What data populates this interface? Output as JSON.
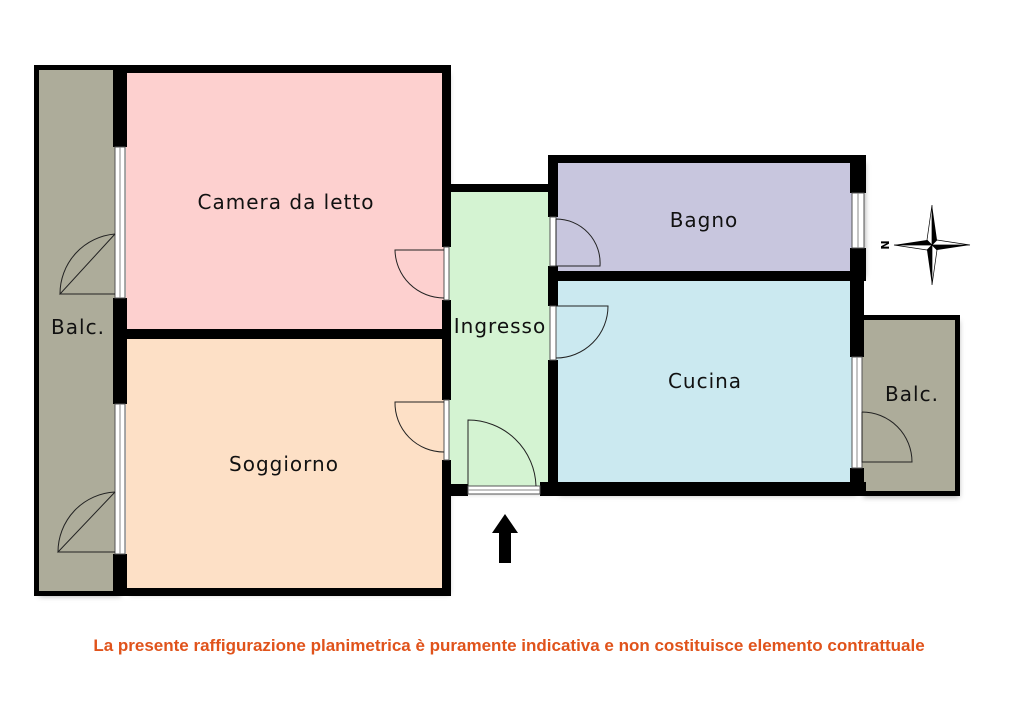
{
  "rooms": {
    "camera": {
      "label": "Camera da letto",
      "color": "#fdd0cf"
    },
    "soggiorno": {
      "label": "Soggiorno",
      "color": "#fde0c6"
    },
    "ingresso": {
      "label": "Ingresso",
      "color": "#d4f3d2"
    },
    "bagno": {
      "label": "Bagno",
      "color": "#c8c6de"
    },
    "cucina": {
      "label": "Cucina",
      "color": "#cbe9f0"
    },
    "balcone_ovest": {
      "label": "Balc.",
      "color": "#adac9a"
    },
    "balcone_est": {
      "label": "Balc.",
      "color": "#adac9a"
    }
  },
  "compass": {
    "label": "N"
  },
  "wall_color": "#000000",
  "disclaimer": {
    "text": "La presente raffigurazione planimetrica è puramente indicativa e non costituisce elemento contrattuale",
    "color": "#e0531b"
  }
}
